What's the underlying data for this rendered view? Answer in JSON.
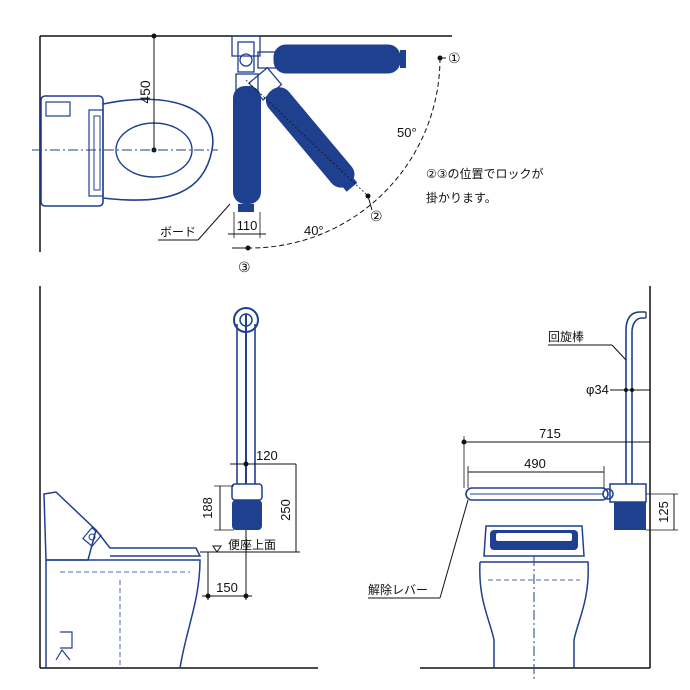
{
  "top_view": {
    "dim_450": "450",
    "dim_110": "110",
    "angle_50": "50°",
    "angle_40": "40°",
    "pos1": "①",
    "pos2": "②",
    "pos3": "③",
    "lock_note_line1": "②③の位置でロックが",
    "lock_note_line2": "掛かります。",
    "board_label": "ボード"
  },
  "side_view": {
    "dim_120": "120",
    "dim_188": "188",
    "dim_250": "250",
    "dim_150": "150",
    "seat_top_label": "便座上面"
  },
  "front_view": {
    "rotating_bar_label": "回旋棒",
    "diameter_label": "φ34",
    "dim_715": "715",
    "dim_490": "490",
    "dim_125": "125",
    "release_lever_label": "解除レバー"
  },
  "colors": {
    "fixture_line": "#1f3f8f",
    "dimension_line": "#111111"
  }
}
